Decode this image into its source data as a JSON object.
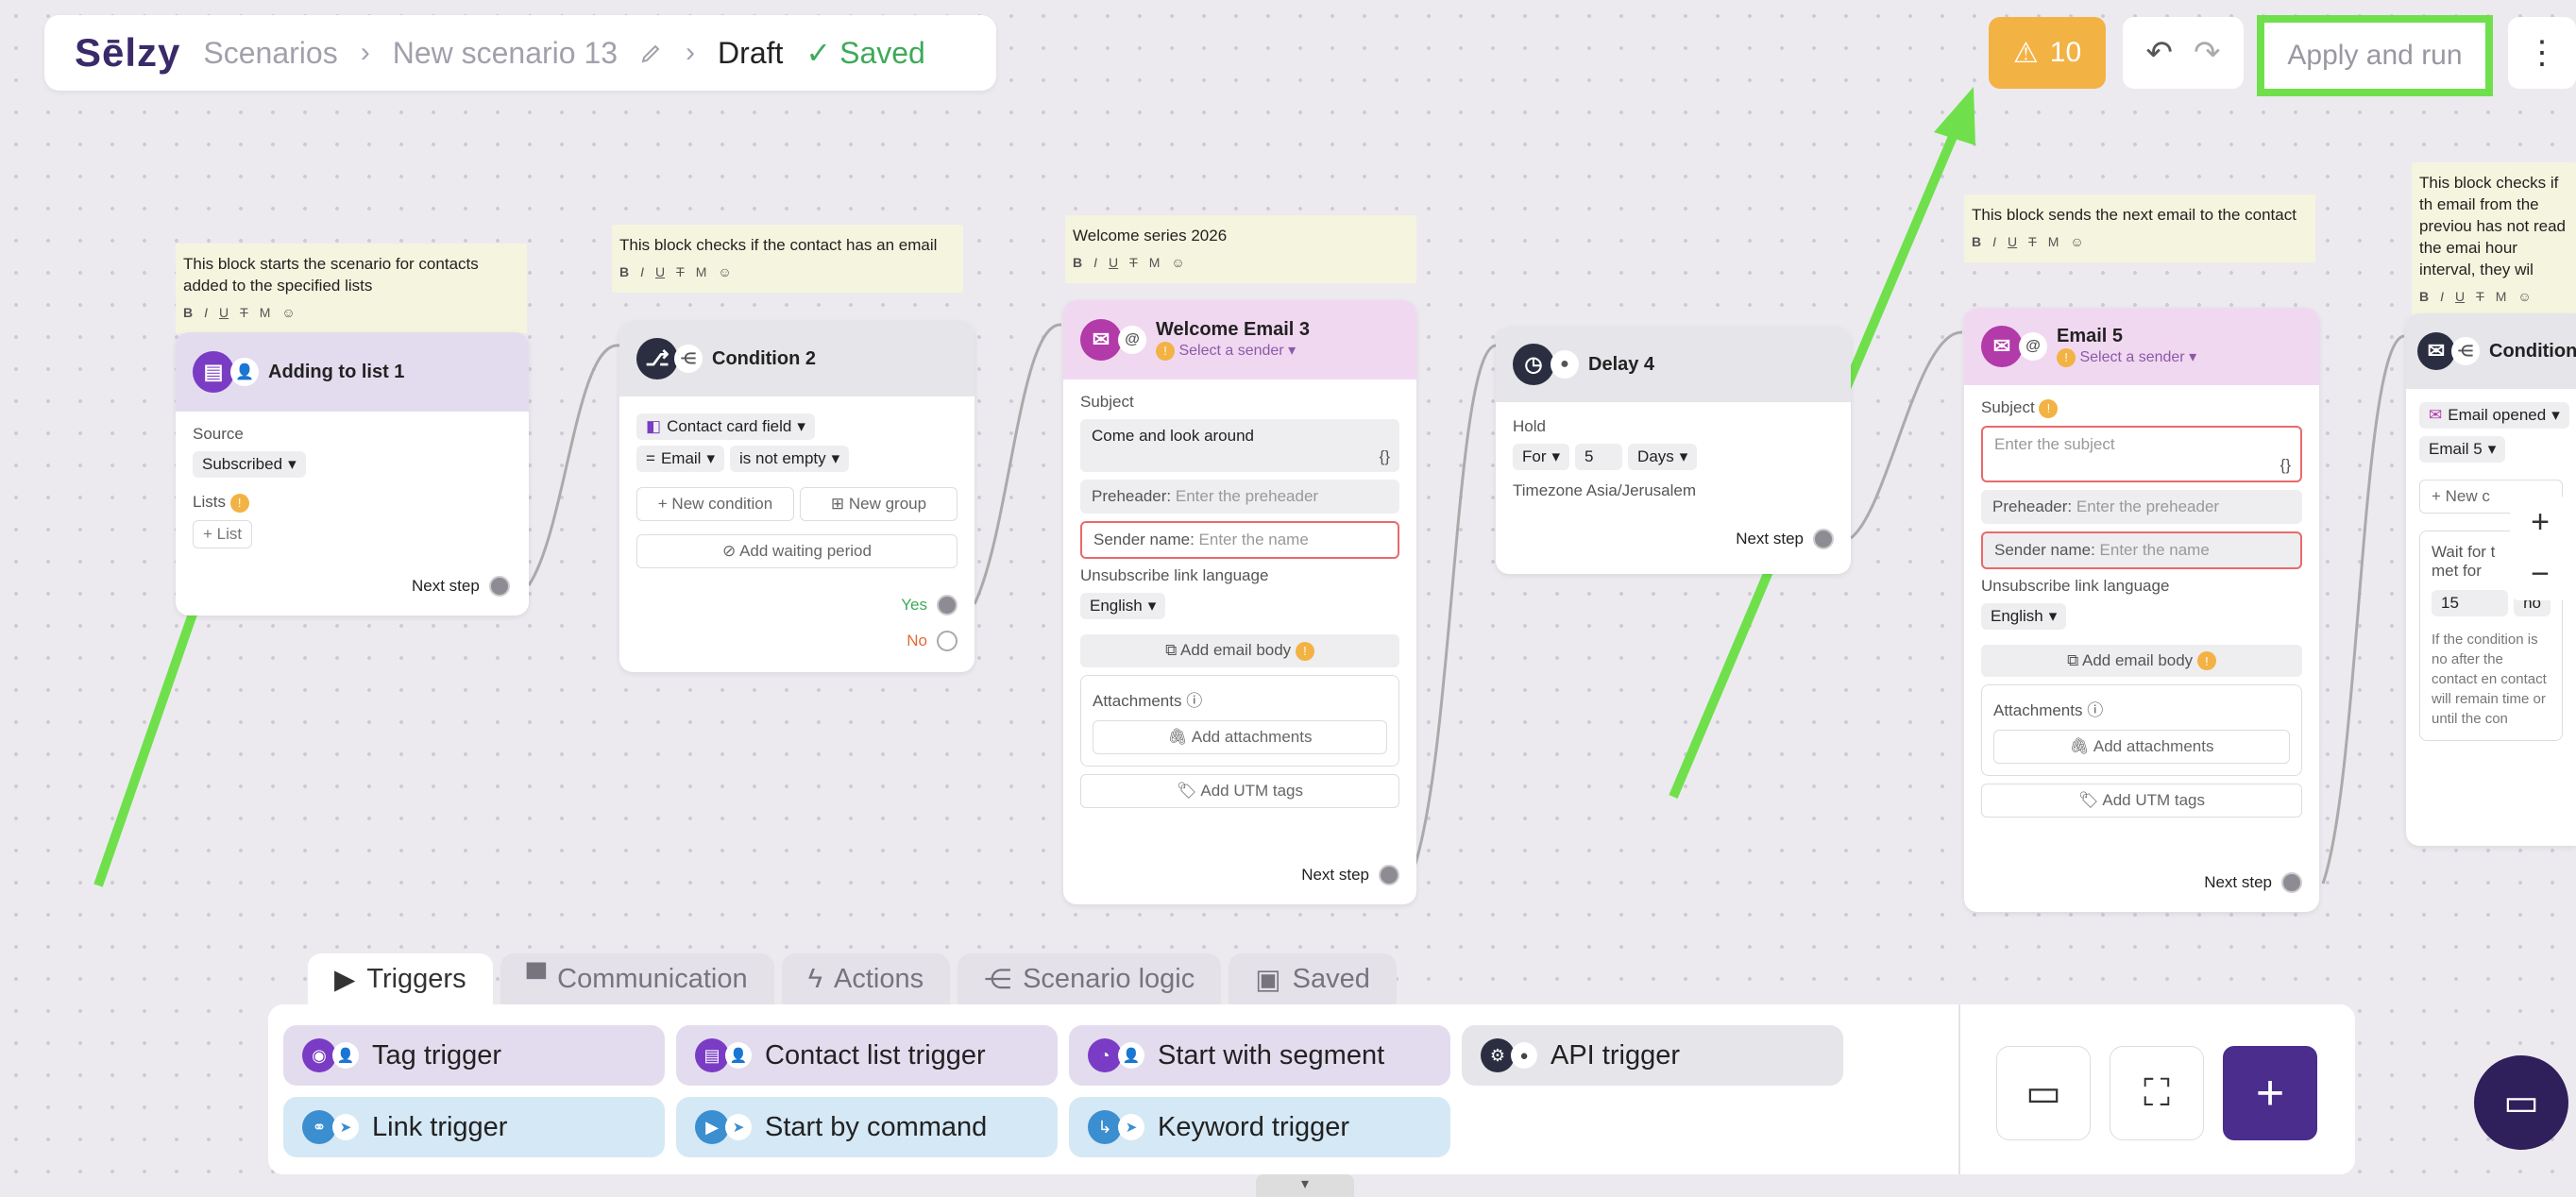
{
  "header": {
    "logo": "Sēlzy",
    "breadcrumb": [
      "Scenarios",
      "New scenario 13"
    ],
    "status": "Draft",
    "saved": "Saved",
    "warnings": "10",
    "apply": "Apply and run"
  },
  "notes": {
    "n1": "This block starts the scenario for contacts added to the specified lists",
    "n2": "This block checks if the contact has an email",
    "n3": "Welcome series 2026",
    "n4": "This block sends the next email to the contact",
    "n5": "This block checks if th email from the previou has not read the emai hour interval, they wil",
    "tools": [
      "B",
      "I",
      "U",
      "T",
      "M",
      "☺"
    ]
  },
  "card1": {
    "title": "Adding to list 1",
    "source_label": "Source",
    "source": "Subscribed",
    "lists_label": "Lists",
    "add_list": "+ List",
    "next": "Next step"
  },
  "card2": {
    "title": "Condition 2",
    "field": "Contact card field",
    "email": "Email",
    "op": "is not empty",
    "new_condition": "+ New condition",
    "new_group": "⊞ New group",
    "waiting": "⊘ Add waiting period",
    "yes": "Yes",
    "no": "No"
  },
  "card3": {
    "title": "Welcome Email 3",
    "sender": "Select a sender",
    "subject_label": "Subject",
    "subject": "Come and look around",
    "preheader": "Preheader:",
    "preheader_ph": "Enter the preheader",
    "sender_name": "Sender name:",
    "sender_ph": "Enter the name",
    "unsub": "Unsubscribe link language",
    "lang": "English",
    "body": "Add email body",
    "attach": "Attachments",
    "add_attach": "Add attachments",
    "utm": "Add UTM tags",
    "next": "Next step"
  },
  "card4": {
    "title": "Delay 4",
    "hold": "Hold",
    "for": "For",
    "num": "5",
    "unit": "Days",
    "tz": "Timezone Asia/Jerusalem",
    "next": "Next step"
  },
  "card5": {
    "title": "Email 5",
    "sender": "Select a sender",
    "subject_label": "Subject",
    "subject_ph": "Enter the subject",
    "preheader": "Preheader:",
    "preheader_ph": "Enter the preheader",
    "sender_name": "Sender name:",
    "sender_ph": "Enter the name",
    "unsub": "Unsubscribe link language",
    "lang": "English",
    "body": "Add email body",
    "attach": "Attachments",
    "add_attach": "Add attachments",
    "utm": "Add UTM tags",
    "next": "Next step"
  },
  "card6": {
    "title": "Condition",
    "opened": "Email opened",
    "email": "Email 5",
    "newc": "+ New c",
    "wait": "Wait for t met for",
    "num": "15",
    "unit": "ho",
    "desc": "If the condition is no after the contact en contact will remain time or until the con"
  },
  "tabs": [
    "Triggers",
    "Communication",
    "Actions",
    "Scenario logic",
    "Saved"
  ],
  "triggers": [
    "Tag trigger",
    "Contact list trigger",
    "Start with segment",
    "API trigger",
    "Link trigger",
    "Start by command",
    "Keyword trigger"
  ]
}
